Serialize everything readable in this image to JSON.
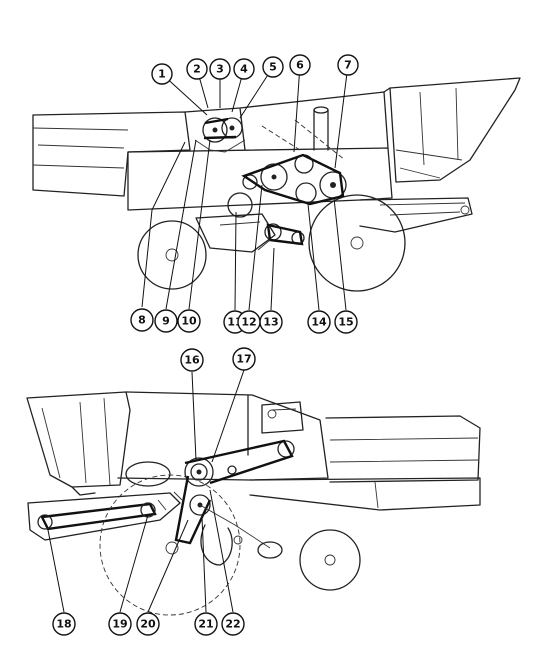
{
  "diagram": {
    "top_view": {
      "callouts": [
        "1",
        "2",
        "3",
        "4",
        "5",
        "6",
        "7",
        "8",
        "9",
        "10",
        "11",
        "12",
        "13",
        "14",
        "15"
      ]
    },
    "bottom_view": {
      "callouts": [
        "16",
        "17",
        "18",
        "19",
        "20",
        "21",
        "22"
      ]
    }
  }
}
